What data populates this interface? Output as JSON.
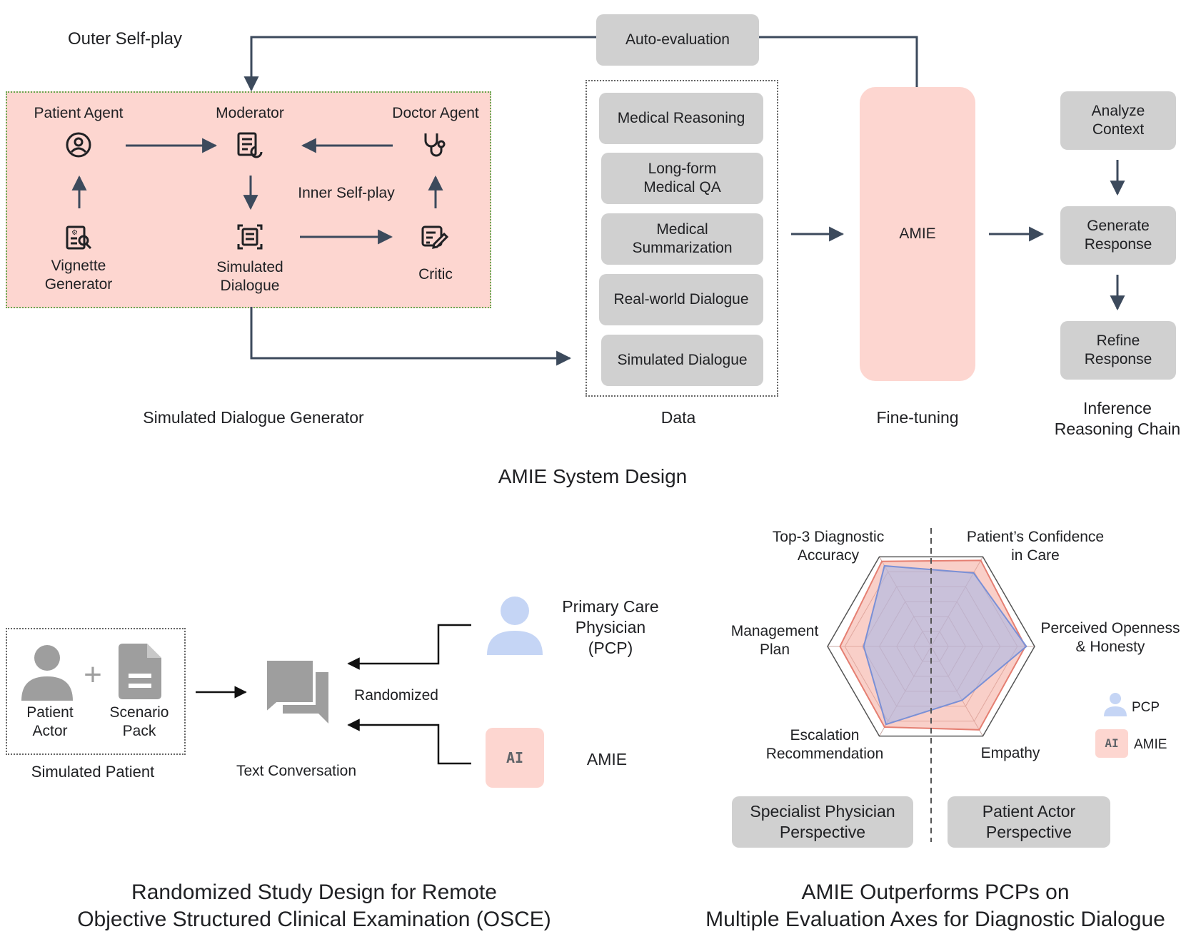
{
  "top": {
    "outer_self_play": "Outer Self-play",
    "auto_evaluation": "Auto-evaluation",
    "patient_agent": "Patient Agent",
    "moderator": "Moderator",
    "doctor_agent": "Doctor Agent",
    "inner_self_play": "Inner Self-play",
    "vignette_generator": "Vignette\nGenerator",
    "simulated_dialogue_node": "Simulated\nDialogue",
    "critic": "Critic",
    "data_items": [
      "Medical Reasoning",
      "Long-form\nMedical QA",
      "Medical\nSummarization",
      "Real-world Dialogue",
      "Simulated Dialogue"
    ],
    "amie": "AMIE",
    "chain_items": [
      "Analyze\nContext",
      "Generate\nResponse",
      "Refine\nResponse"
    ],
    "caption_generator": "Simulated Dialogue Generator",
    "caption_data": "Data",
    "caption_finetuning": "Fine-tuning",
    "caption_inference": "Inference\nReasoning Chain",
    "section_title": "AMIE System Design"
  },
  "bottom_left": {
    "patient_actor": "Patient\nActor",
    "scenario_pack": "Scenario\nPack",
    "simulated_patient": "Simulated Patient",
    "text_conversation": "Text Conversation",
    "randomized": "Randomized",
    "pcp": "Primary Care\nPhysician\n(PCP)",
    "ai_badge": "AI",
    "amie": "AMIE",
    "title": "Randomized Study Design for Remote\nObjective Structured Clinical Examination (OSCE)"
  },
  "bottom_right": {
    "axes": [
      "Patient’s Confidence\nin Care",
      "Perceived Openness\n& Honesty",
      "Empathy",
      "Escalation\nRecommendation",
      "Management\nPlan",
      "Top-3 Diagnostic\nAccuracy"
    ],
    "legend_pcp": "PCP",
    "legend_ai_badge": "AI",
    "legend_amie": "AMIE",
    "specialist_perspective": "Specialist Physician\nPerspective",
    "patient_actor_perspective": "Patient Actor\nPerspective",
    "title": "AMIE Outperforms PCPs on\nMultiple Evaluation Axes for Diagnostic Dialogue"
  },
  "colors": {
    "pink": "#fdd6d0",
    "gray_box": "#d0d0d0",
    "arrow": "#3c4a5c",
    "pcp_blue": "#c5d5f5",
    "amie_red": "#f4a79a"
  }
}
